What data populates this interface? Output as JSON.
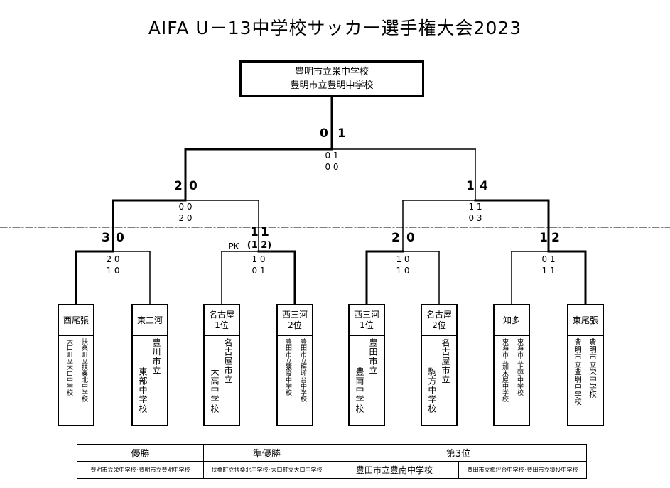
{
  "title": "AIFA U－13中学校サッカー選手権大会2023",
  "final": {
    "team_a": "豊明市立栄中学校",
    "team_b": "豊明市立豊明中学校",
    "score_left": "0",
    "score_right": "1",
    "halves": [
      "0 1",
      "0 0"
    ]
  },
  "semifinals": [
    {
      "score_left": "2",
      "score_right": "0",
      "halves": [
        "0 0",
        "2 0"
      ]
    },
    {
      "score_left": "1",
      "score_right": "4",
      "halves": [
        "1 1",
        "0 3"
      ]
    }
  ],
  "quarterfinals": [
    {
      "score_left": "3",
      "score_right": "0",
      "pk": "",
      "halves": [
        "2 0",
        "1 0"
      ]
    },
    {
      "score_left": "1",
      "score_right": "1",
      "pk": "PK",
      "pk_score": "(1 2)",
      "halves": [
        "1 0",
        "0 1"
      ]
    },
    {
      "score_left": "2",
      "score_right": "0",
      "pk": "",
      "halves": [
        "1 0",
        "1 0"
      ]
    },
    {
      "score_left": "1",
      "score_right": "2",
      "pk": "",
      "halves": [
        "0 1",
        "1 1"
      ]
    }
  ],
  "teams": [
    {
      "region": "西尾張",
      "rank": "",
      "schools": [
        "大口町立大口中学校",
        "扶桑町立扶桑北中学校"
      ]
    },
    {
      "region": "東三河",
      "rank": "",
      "schools": [
        "東部中学校",
        "豊川市立"
      ]
    },
    {
      "region": "名古屋",
      "rank": "1位",
      "schools": [
        "大高中学校",
        "名古屋市立"
      ]
    },
    {
      "region": "西三河",
      "rank": "2位",
      "schools": [
        "豊田市立猿投中学校",
        "豊田市立梅坪台中学校"
      ]
    },
    {
      "region": "西三河",
      "rank": "1位",
      "schools": [
        "豊南中学校",
        "豊田市立"
      ]
    },
    {
      "region": "名古屋",
      "rank": "2位",
      "schools": [
        "駒方中学校",
        "名古屋市立"
      ]
    },
    {
      "region": "知多",
      "rank": "",
      "schools": [
        "東海市立加木屋中学校",
        "東海市立上野中学校"
      ]
    },
    {
      "region": "東尾張",
      "rank": "",
      "schools": [
        "豊明市立豊明中学校",
        "豊明市立栄中学校"
      ]
    }
  ],
  "results": {
    "winner_label": "優勝",
    "runner_up_label": "準優勝",
    "third_label": "第3位",
    "winner": "豊明市立栄中学校･豊明市立豊明中学校",
    "runner_up": "扶桑町立扶桑北中学校･大口町立大口中学校",
    "third_1": "豊田市立豊南中学校",
    "third_2": "豊田市立梅坪台中学校･豊田市立猿投中学校"
  }
}
